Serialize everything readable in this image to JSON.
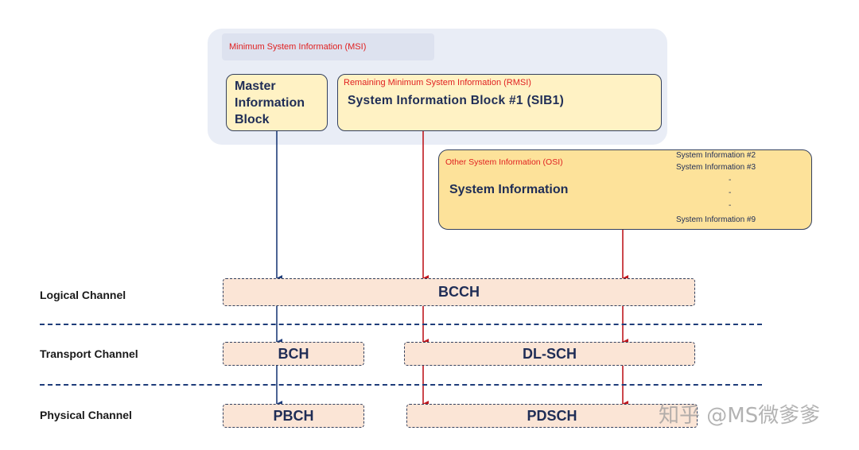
{
  "msi": {
    "label": "Minimum System Information (MSI)"
  },
  "mib": {
    "title": "Master Information Block"
  },
  "rmsi": {
    "label": "Remaining Minimum System Information (RMSI)",
    "title": "System Information Block #1 (SIB1)"
  },
  "osi": {
    "label": "Other System Information (OSI)",
    "title": "System Information",
    "items": [
      "System Information #2",
      "System Information #3",
      "-",
      "-",
      "-",
      "System Information #9"
    ]
  },
  "rows": {
    "logical": "Logical Channel",
    "transport": "Transport Channel",
    "physical": "Physical Channel"
  },
  "channels": {
    "bcch": "BCCH",
    "bch": "BCH",
    "dlsch": "DL-SCH",
    "pbch": "PBCH",
    "pdsch": "PDSCH"
  },
  "colors": {
    "blue_arrow": "#1f3d7a",
    "red_arrow": "#c0191f",
    "red_label": "#e02020",
    "box_yellow": "#fff2c4",
    "box_orange": "#fde29a",
    "channel_fill": "#fbe5d6",
    "msi_bg": "#e9edf6"
  },
  "watermark": "知乎 @MS微爹爹"
}
